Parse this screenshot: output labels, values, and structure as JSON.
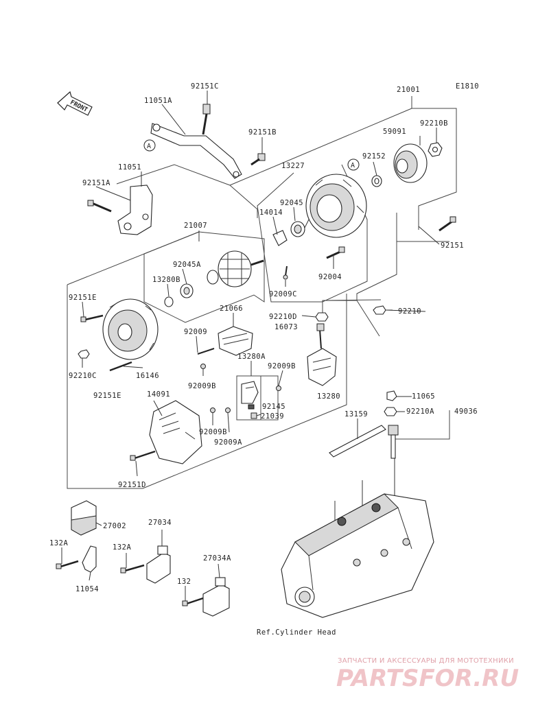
{
  "diagram": {
    "code": "E1810",
    "front_label": "FRONT",
    "ref_label": "Ref.Cylinder Head",
    "circle_label": "A",
    "parts": {
      "p21001": "21001",
      "p92151C": "92151C",
      "p11051A": "11051A",
      "p92151B": "92151B",
      "p59091": "59091",
      "p92210B": "92210B",
      "p11051": "11051",
      "p92152": "92152",
      "p13227": "13227",
      "p92151A": "92151A",
      "p92045": "92045",
      "p14014": "14014",
      "p92151": "92151",
      "p21007": "21007",
      "p92045A": "92045A",
      "p13280B": "13280B",
      "p92004": "92004",
      "p92151E_top": "92151E",
      "p92009C": "92009C",
      "p21066": "21066",
      "p92210D": "92210D",
      "p92210": "92210",
      "p16073": "16073",
      "p92009": "92009",
      "p92210C": "92210C",
      "p16146": "16146",
      "p13280A": "13280A",
      "p92009B_1": "92009B",
      "p92009B_2": "92009B",
      "p92151E_bot": "92151E",
      "p14091": "14091",
      "p13280": "13280",
      "p11065": "11065",
      "p92145": "92145",
      "p92210A": "92210A",
      "p49036": "49036",
      "p13159": "13159",
      "p21039": "21039",
      "p92009B_3": "92009B",
      "p92009A": "92009A",
      "p92151D": "92151D",
      "p27002": "27002",
      "p27034": "27034",
      "p132A_1": "132A",
      "p132A_2": "132A",
      "p11054": "11054",
      "p27034A": "27034A",
      "p132": "132"
    }
  },
  "watermark": {
    "line1": "ЗАПЧАСТИ И АКСЕССУАРЫ ДЛЯ МОТОТЕХНИКИ",
    "logo": "PARTSFOR.RU"
  }
}
